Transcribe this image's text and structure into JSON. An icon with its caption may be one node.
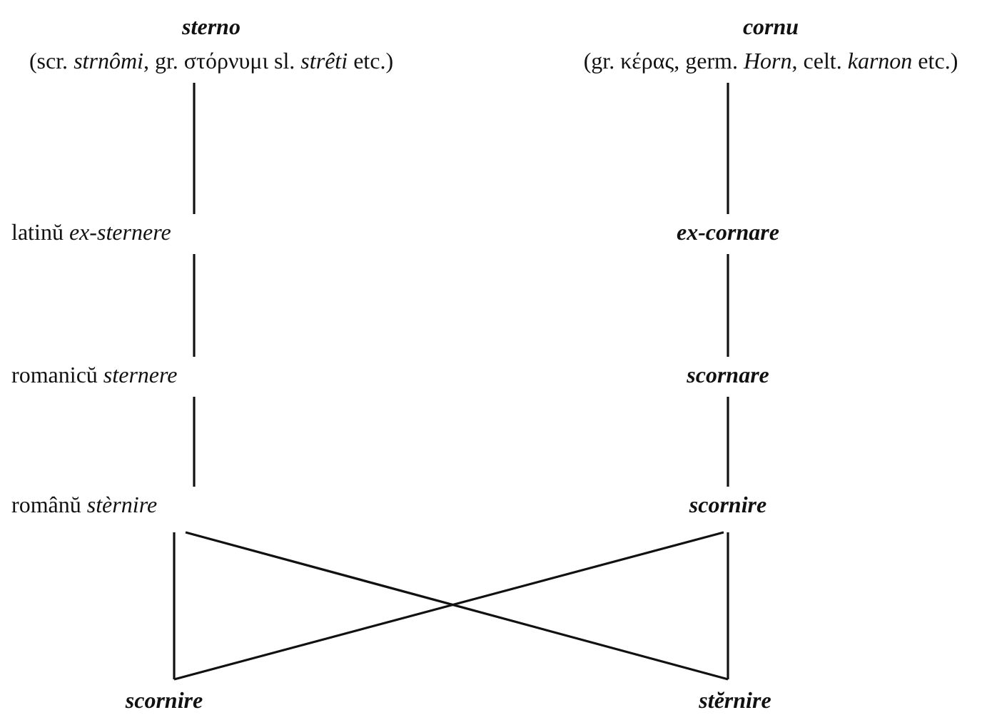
{
  "diagram": {
    "nodes": [
      {
        "text": [
          "sterno",
          "(scr. *strnômi*, gr. στόρνυμι sl. *strêti* etc.)"
        ]
      },
      {
        "text": [
          "cornu",
          "(gr. κέρας, germ. *Horn*, celt. *karnon* etc.)"
        ]
      },
      {
        "text": [
          "latinŭ *ex-sternere*"
        ]
      },
      {
        "text": [
          "ex-cornare"
        ]
      },
      {
        "text": [
          "romanicŭ *sternere*"
        ]
      },
      {
        "text": [
          "scornare"
        ]
      },
      {
        "text": [
          "românŭ *stèrnire*"
        ]
      },
      {
        "text": [
          "scornire"
        ]
      },
      {
        "text": [
          "scornire"
        ]
      },
      {
        "text": [
          "stĕrnire"
        ]
      }
    ],
    "edges": [
      {
        "from": 0,
        "to": 2,
        "arrow": "none"
      },
      {
        "from": 2,
        "to": 4,
        "arrow": "none"
      },
      {
        "from": 4,
        "to": 6,
        "arrow": "none"
      },
      {
        "from": 1,
        "to": 3,
        "arrow": "none"
      },
      {
        "from": 3,
        "to": 5,
        "arrow": "none"
      },
      {
        "from": 5,
        "to": 7,
        "arrow": "none"
      },
      {
        "from": 6,
        "to": 8,
        "arrow": "none"
      },
      {
        "from": 6,
        "to": 9,
        "arrow": "none"
      },
      {
        "from": 7,
        "to": 9,
        "arrow": "none"
      },
      {
        "from": 7,
        "to": 8,
        "arrow": "none"
      }
    ]
  }
}
